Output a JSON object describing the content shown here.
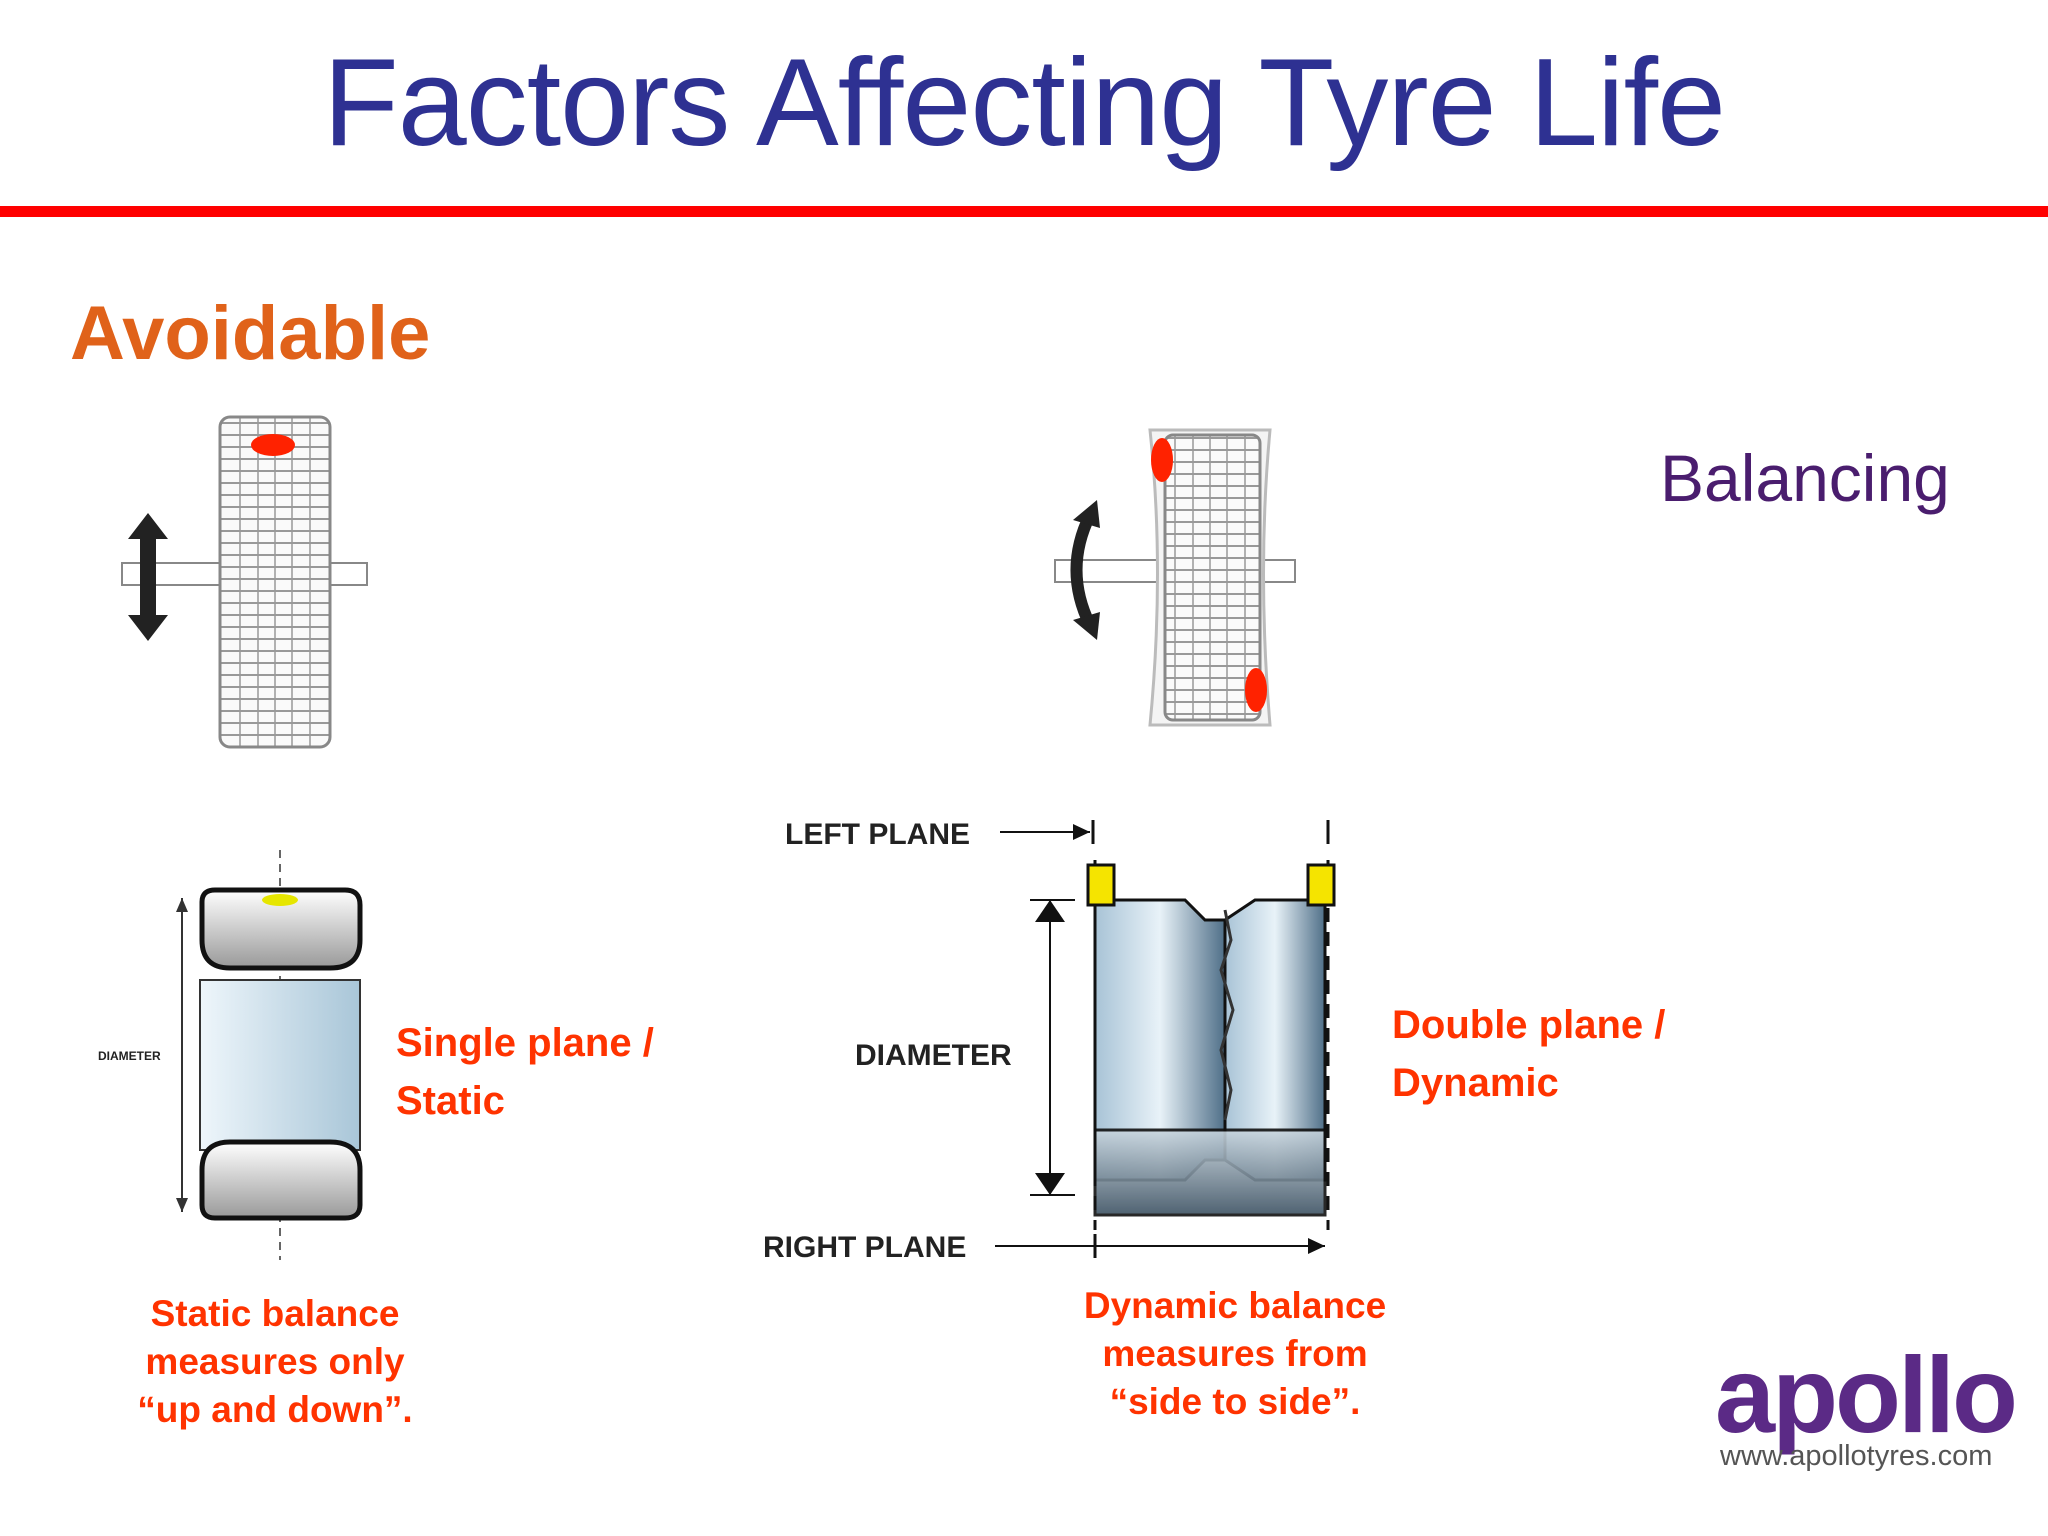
{
  "slide": {
    "title": "Factors Affecting Tyre Life",
    "subtitle": "Avoidable",
    "topic": "Balancing"
  },
  "static_section": {
    "label_line1": "Single plane /",
    "label_line2": "Static",
    "diagram_label": "DIAMETER",
    "caption_line1": "Static balance",
    "caption_line2": "measures only",
    "caption_line3": "“up and down”."
  },
  "dynamic_section": {
    "label_line1": "Double  plane /",
    "label_line2": "Dynamic",
    "left_plane": "LEFT PLANE",
    "right_plane": "RIGHT PLANE",
    "diagram_label": "DIAMETER",
    "caption_line1": "Dynamic balance",
    "caption_line2": "measures from",
    "caption_line3": "“side to side”."
  },
  "logo": {
    "brand": "apollo",
    "url": "www.apollotyres.com"
  },
  "colors": {
    "title": "#2e3192",
    "rule": "#ff0000",
    "subtitle": "#e0621a",
    "topic": "#4a1d6e",
    "labels": "#ff3300",
    "weight_marker": "#ff2200",
    "logo": "#5b2a86"
  }
}
